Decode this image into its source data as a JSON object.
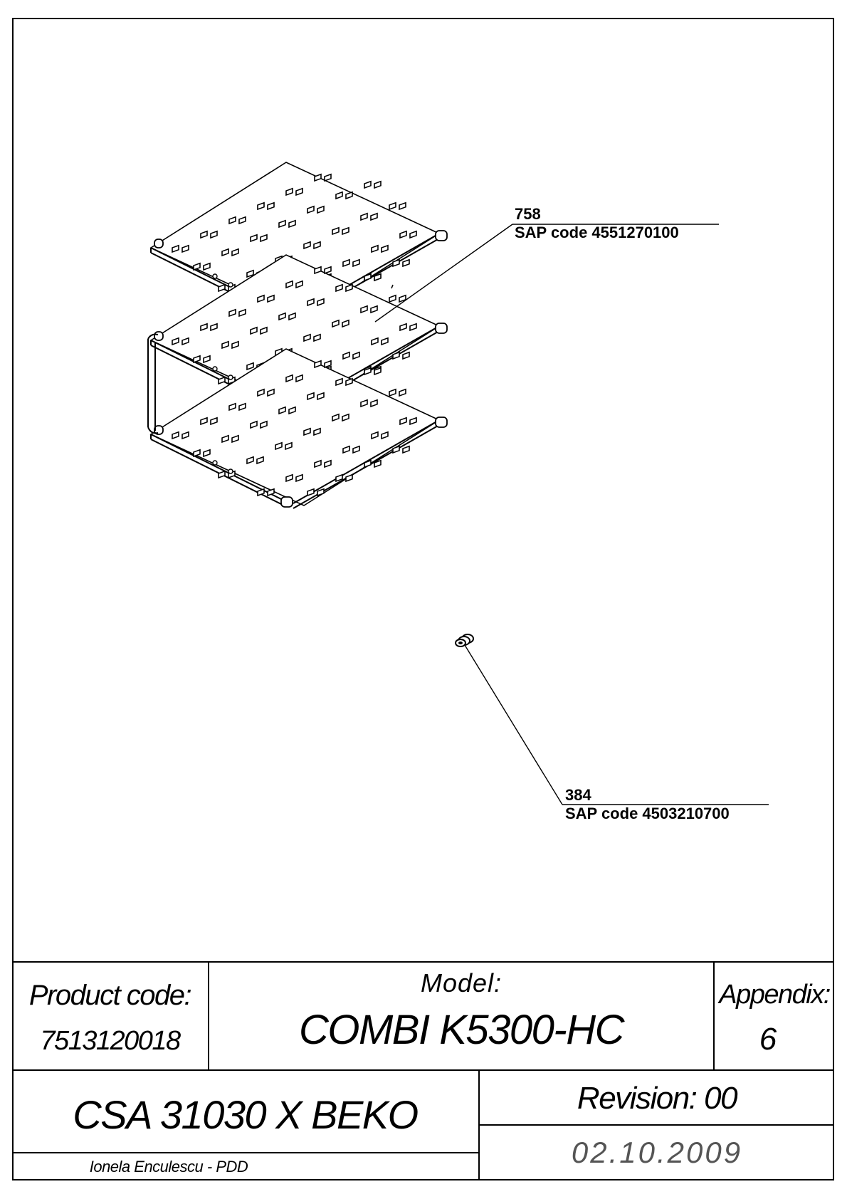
{
  "callouts": [
    {
      "number": "758",
      "sap": "SAP code 4551270100"
    },
    {
      "number": "384",
      "sap": "SAP code 4503210700"
    }
  ],
  "title_block": {
    "product_code_label": "Product code:",
    "product_code_value": "7513120018",
    "model_label": "Model:",
    "model_value": "COMBI K5300-HC",
    "appendix_label": "Appendix:",
    "appendix_value": "6",
    "product_name": "CSA 31030 X BEKO",
    "author": "Ionela Enculescu - PDD",
    "revision": "Revision: 00",
    "date": "02.10.2009"
  }
}
